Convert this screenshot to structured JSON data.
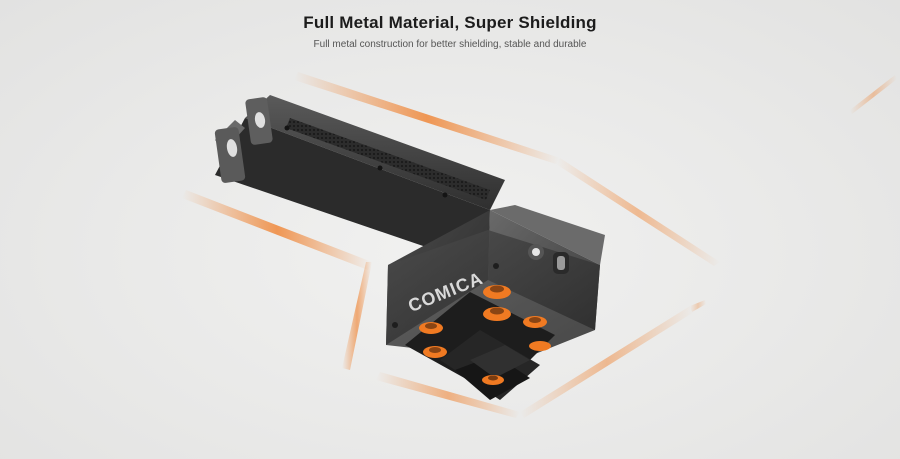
{
  "headline": {
    "title": "Full Metal Material, Super Shielding",
    "subtitle": "Full metal construction for better shielding, stable and durable"
  },
  "product": {
    "logo_text": "COMICA",
    "logo_color": "#d9d9d9"
  },
  "colors": {
    "accent_orange": "#f07a22",
    "body_dark": "#3a3a3a",
    "background": "#ececeb"
  }
}
